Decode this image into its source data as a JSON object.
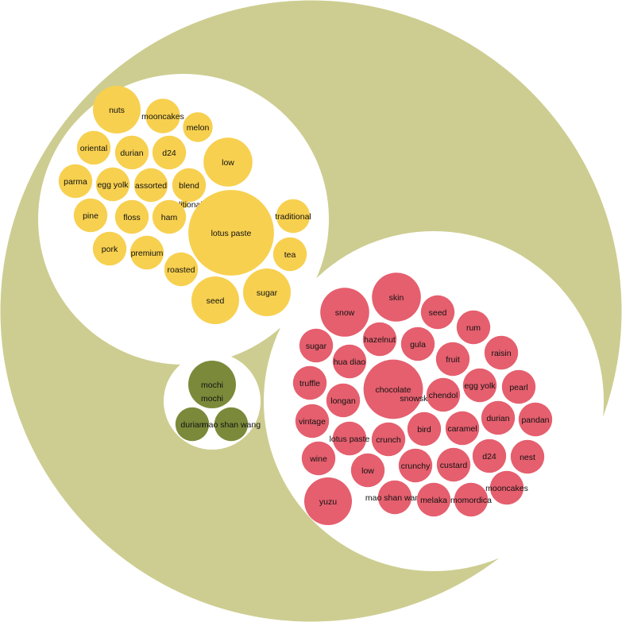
{
  "chart_data": {
    "type": "packed-bubble",
    "colors": {
      "root": "#cdcd91",
      "group_bg": "#ffffff",
      "yellow": "#f7d04f",
      "red": "#e55f6e",
      "green": "#7a8a3a"
    },
    "groups": [
      {
        "color": "yellow",
        "items": [
          {
            "label": "nuts",
            "value": 3.6
          },
          {
            "label": "mooncakes",
            "value": 1.9
          },
          {
            "label": "melon",
            "value": 1.4
          },
          {
            "label": "oriental",
            "value": 1.8
          },
          {
            "label": "durian",
            "value": 1.8
          },
          {
            "label": "d24",
            "value": 1.8
          },
          {
            "label": "low",
            "value": 3.8
          },
          {
            "label": "parma",
            "value": 1.8
          },
          {
            "label": "egg yolk",
            "value": 1.8
          },
          {
            "label": "assorted",
            "value": 1.8
          },
          {
            "label": "blend",
            "value": 1.8
          },
          {
            "label": "traditional",
            "value": 0.1
          },
          {
            "label": "pine",
            "value": 1.8
          },
          {
            "label": "floss",
            "value": 1.8
          },
          {
            "label": "ham",
            "value": 1.8
          },
          {
            "label": "lotus paste",
            "value": 11.6
          },
          {
            "label": "traditional",
            "value": 1.8
          },
          {
            "label": "pork",
            "value": 1.8
          },
          {
            "label": "premium",
            "value": 1.8
          },
          {
            "label": "tea",
            "value": 1.8
          },
          {
            "label": "roasted",
            "value": 1.8
          },
          {
            "label": "seed",
            "value": 3.6
          },
          {
            "label": "sugar",
            "value": 3.6
          }
        ]
      },
      {
        "color": "red",
        "items": [
          {
            "label": "snow",
            "value": 3.8
          },
          {
            "label": "skin",
            "value": 3.8
          },
          {
            "label": "seed",
            "value": 1.8
          },
          {
            "label": "rum",
            "value": 1.8
          },
          {
            "label": "sugar",
            "value": 1.8
          },
          {
            "label": "hazelnut",
            "value": 1.8
          },
          {
            "label": "gula",
            "value": 1.8
          },
          {
            "label": "raisin",
            "value": 1.8
          },
          {
            "label": "hua diao",
            "value": 1.8
          },
          {
            "label": "fruit",
            "value": 1.8
          },
          {
            "label": "truffle",
            "value": 1.8
          },
          {
            "label": "chocolate",
            "value": 5.6
          },
          {
            "label": "snowskin",
            "value": 0.1
          },
          {
            "label": "chendol",
            "value": 1.8
          },
          {
            "label": "egg yolk",
            "value": 1.8
          },
          {
            "label": "pearl",
            "value": 1.8
          },
          {
            "label": "longan",
            "value": 1.8
          },
          {
            "label": "vintage",
            "value": 1.8
          },
          {
            "label": "bird",
            "value": 1.8
          },
          {
            "label": "durian",
            "value": 1.8
          },
          {
            "label": "pandan",
            "value": 1.8
          },
          {
            "label": "lotus paste",
            "value": 1.8
          },
          {
            "label": "crunch",
            "value": 1.8
          },
          {
            "label": "caramel",
            "value": 1.8
          },
          {
            "label": "wine",
            "value": 1.8
          },
          {
            "label": "d24",
            "value": 1.8
          },
          {
            "label": "nest",
            "value": 1.8
          },
          {
            "label": "low",
            "value": 1.8
          },
          {
            "label": "crunchy",
            "value": 1.8
          },
          {
            "label": "custard",
            "value": 1.8
          },
          {
            "label": "yuzu",
            "value": 3.6
          },
          {
            "label": "mao shan wang",
            "value": 1.8
          },
          {
            "label": "melaka",
            "value": 1.8
          },
          {
            "label": "momordica",
            "value": 1.8
          },
          {
            "label": "mooncakes",
            "value": 1.8
          }
        ]
      },
      {
        "color": "green",
        "items": [
          {
            "label": "mochi",
            "value": 3.6
          },
          {
            "label": "mochi",
            "value": 0.1
          },
          {
            "label": "durian",
            "value": 1.8
          },
          {
            "label": "mao shan wang",
            "value": 1.8
          }
        ]
      }
    ]
  }
}
